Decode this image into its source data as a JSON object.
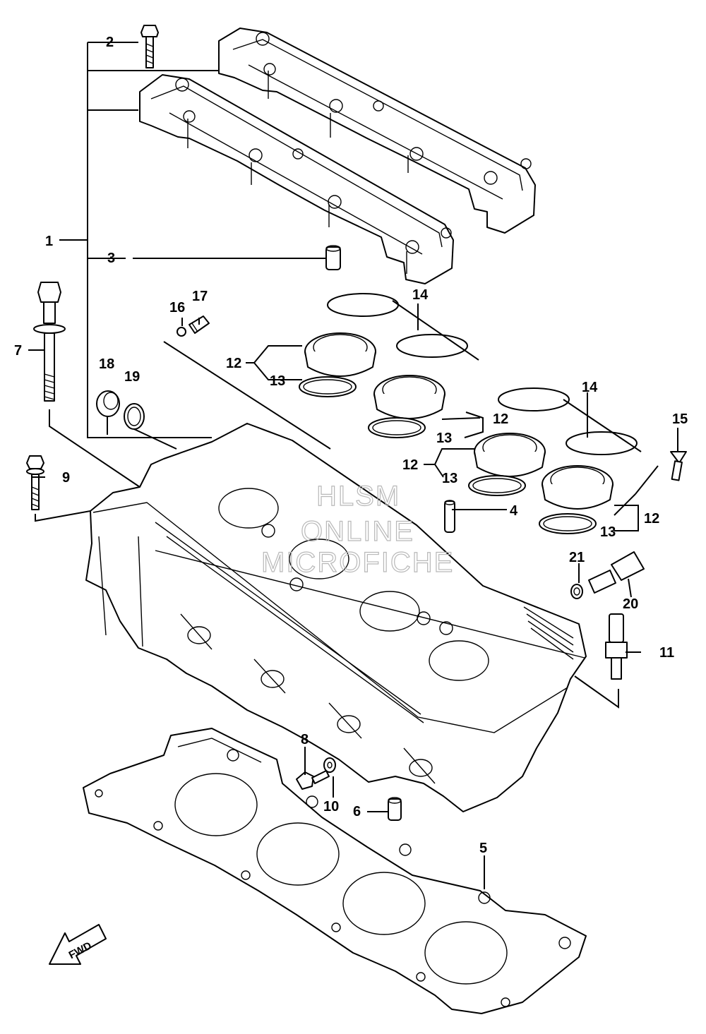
{
  "diagram": {
    "callouts": [
      {
        "id": "c1",
        "text": "1"
      },
      {
        "id": "c2",
        "text": "2"
      },
      {
        "id": "c3",
        "text": "3"
      },
      {
        "id": "c4",
        "text": "4"
      },
      {
        "id": "c5",
        "text": "5"
      },
      {
        "id": "c6",
        "text": "6"
      },
      {
        "id": "c7",
        "text": "7"
      },
      {
        "id": "c8",
        "text": "8"
      },
      {
        "id": "c9",
        "text": "9"
      },
      {
        "id": "c10",
        "text": "10"
      },
      {
        "id": "c11",
        "text": "11"
      },
      {
        "id": "c12a",
        "text": "12"
      },
      {
        "id": "c12b",
        "text": "12"
      },
      {
        "id": "c12c",
        "text": "12"
      },
      {
        "id": "c12d",
        "text": "12"
      },
      {
        "id": "c13a",
        "text": "13"
      },
      {
        "id": "c13b",
        "text": "13"
      },
      {
        "id": "c13c",
        "text": "13"
      },
      {
        "id": "c13d",
        "text": "13"
      },
      {
        "id": "c14a",
        "text": "14"
      },
      {
        "id": "c14b",
        "text": "14"
      },
      {
        "id": "c15",
        "text": "15"
      },
      {
        "id": "c16",
        "text": "16"
      },
      {
        "id": "c17",
        "text": "17"
      },
      {
        "id": "c18",
        "text": "18"
      },
      {
        "id": "c19",
        "text": "19"
      },
      {
        "id": "c20",
        "text": "20"
      },
      {
        "id": "c21",
        "text": "21"
      }
    ],
    "watermark": {
      "line1": "HLSM",
      "line2": "ONLINE",
      "line3": "MICROFICHE"
    },
    "direction_arrow": {
      "text": "FWD"
    }
  }
}
